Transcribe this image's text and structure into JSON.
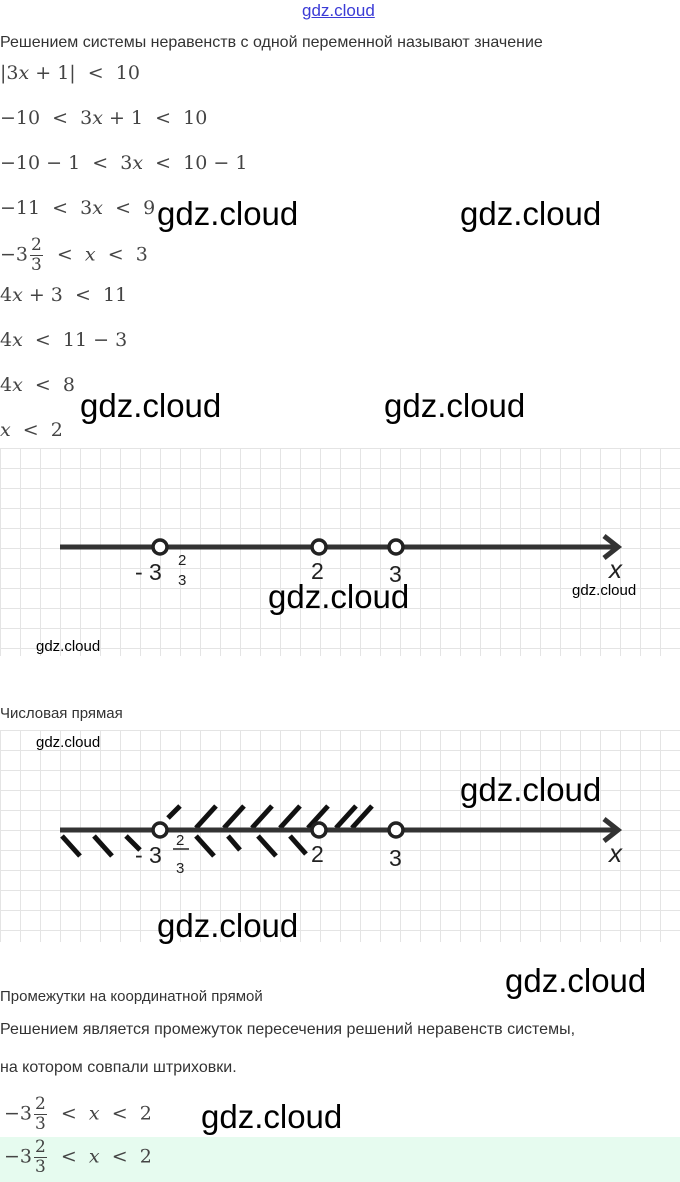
{
  "watermark": "gdz.cloud",
  "intro_text": "Решением системы неравенств с одной переменной называют значение",
  "equations": {
    "e1": [
      "|3",
      "x",
      " + 1|  <  10"
    ],
    "e2": [
      "−10  <  3",
      "x",
      " + 1  <  10"
    ],
    "e3": [
      "−10 − 1  <  3",
      "x",
      "  <  10 − 1"
    ],
    "e4": [
      "−11  <  3",
      "x",
      "  <  9"
    ],
    "e5": {
      "whole": "−3",
      "num": "2",
      "den": "3",
      "rest1": "  <  ",
      "var": "x",
      "rest2": "  <  3"
    },
    "e6": [
      "4",
      "x",
      " + 3  <  11"
    ],
    "e7": [
      "4",
      "x",
      "  <  11 − 3"
    ],
    "e8": [
      "4",
      "x",
      "  <  8"
    ],
    "e9": [
      "",
      "x",
      "  <  2"
    ]
  },
  "number_line_1": {
    "points": [
      {
        "whole": "- 3",
        "num": "2",
        "den": "3"
      },
      {
        "label": "2"
      },
      {
        "label": "3"
      }
    ],
    "axis_label": "x"
  },
  "caption_1": "Числовая прямая",
  "number_line_2": {
    "points": [
      {
        "whole": "- 3",
        "num": "2",
        "den": "3"
      },
      {
        "label": "2"
      },
      {
        "label": "3"
      }
    ],
    "axis_label": "x"
  },
  "caption_2": "Промежутки на координатной прямой",
  "conclusion_1": "Решением является промежуток пересечения решений неравенств системы,",
  "conclusion_2": "на котором совпали штриховки.",
  "answer": {
    "whole": "−3",
    "num": "2",
    "den": "3",
    "rest1": "  <  ",
    "var": "x",
    "rest2": "  <  2"
  },
  "colors": {
    "answer_bg": "#e6fbef",
    "watermark_top": "#3b3bd6"
  }
}
